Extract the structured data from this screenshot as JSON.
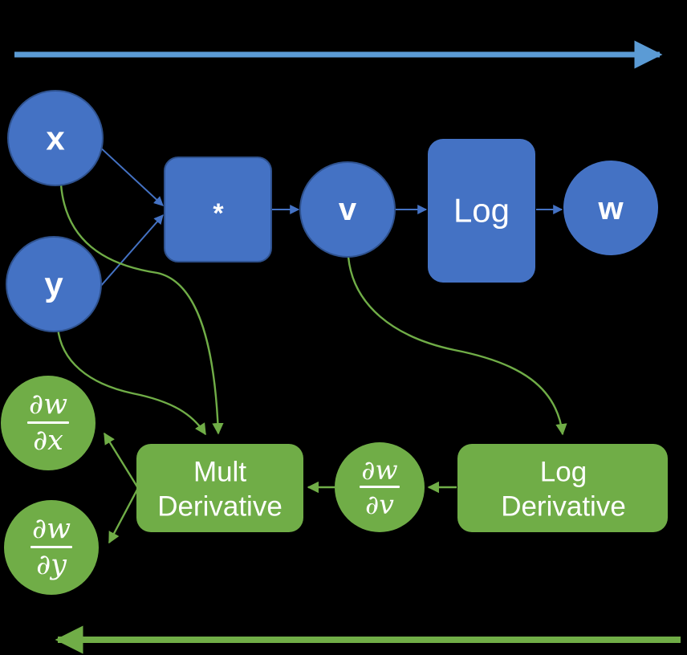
{
  "diagram": {
    "title": "Computational graph with forward pass and backward pass",
    "background_color": "#000000",
    "forward_color": "#4472C4",
    "forward_arrow_color": "#5B9BD5",
    "backward_color": "#70AD47",
    "text_color": "#FFFFFF"
  },
  "forward_pass": {
    "arrow_label": "",
    "direction": "right",
    "nodes": {
      "x": {
        "label": "x",
        "shape": "circle"
      },
      "y": {
        "label": "y",
        "shape": "circle"
      },
      "mult": {
        "label": "*",
        "shape": "rounded-rect"
      },
      "v": {
        "label": "v",
        "shape": "circle"
      },
      "log": {
        "label": "Log",
        "shape": "rounded-rect"
      },
      "w": {
        "label": "w",
        "shape": "circle"
      }
    }
  },
  "backward_pass": {
    "arrow_label": "",
    "direction": "left",
    "nodes": {
      "dw_dx": {
        "numerator": "∂w",
        "denominator": "∂x",
        "shape": "circle"
      },
      "dw_dy": {
        "numerator": "∂w",
        "denominator": "∂y",
        "shape": "circle"
      },
      "mult_derivative": {
        "line1": "Mult",
        "line2": "Derivative",
        "shape": "rounded-rect"
      },
      "dw_dv": {
        "numerator": "∂w",
        "denominator": "∂v",
        "shape": "circle"
      },
      "log_derivative": {
        "line1": "Log",
        "line2": "Derivative",
        "shape": "rounded-rect"
      }
    }
  },
  "edges": [
    {
      "from": "x",
      "to": "mult",
      "style": "forward"
    },
    {
      "from": "y",
      "to": "mult",
      "style": "forward"
    },
    {
      "from": "mult",
      "to": "v",
      "style": "forward"
    },
    {
      "from": "v",
      "to": "log",
      "style": "forward"
    },
    {
      "from": "log",
      "to": "w",
      "style": "forward"
    },
    {
      "from": "x",
      "to": "mult_derivative",
      "style": "backward-curve"
    },
    {
      "from": "y",
      "to": "mult_derivative",
      "style": "backward-curve"
    },
    {
      "from": "v",
      "to": "log_derivative",
      "style": "backward-curve"
    },
    {
      "from": "log_derivative",
      "to": "dw_dv",
      "style": "backward"
    },
    {
      "from": "dw_dv",
      "to": "mult_derivative",
      "style": "backward"
    },
    {
      "from": "mult_derivative",
      "to": "dw_dx",
      "style": "backward"
    },
    {
      "from": "mult_derivative",
      "to": "dw_dy",
      "style": "backward"
    }
  ]
}
